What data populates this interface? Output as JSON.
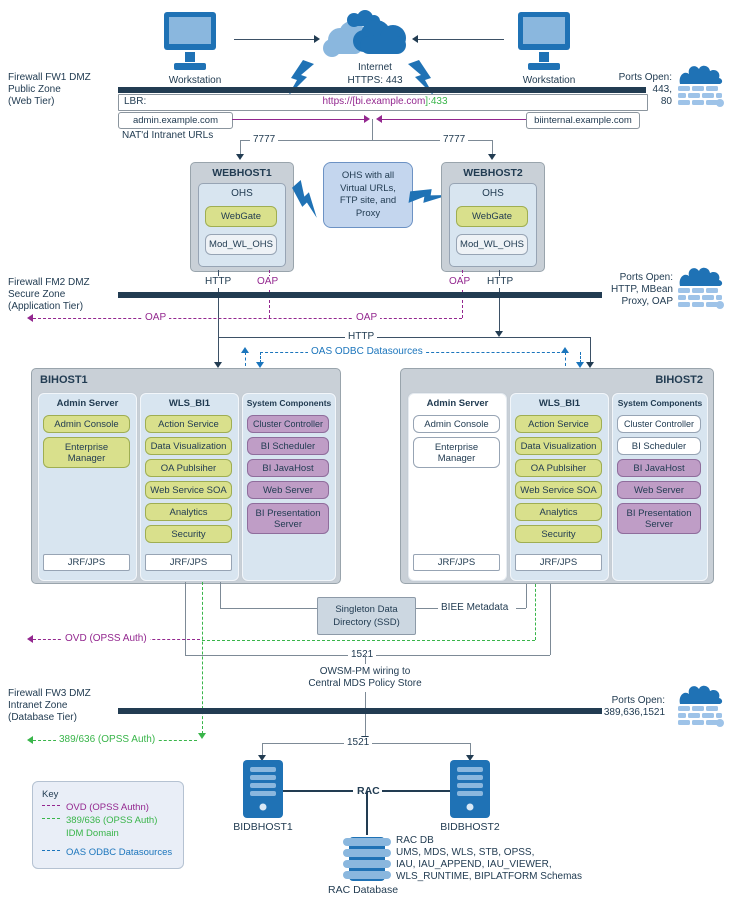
{
  "colors": {
    "navy": "#223c52",
    "purple": "#93278f",
    "green": "#39b54a",
    "blue": "#1b75bc",
    "icon_blue": "#1f72b5",
    "icon_light": "#8ab7de"
  },
  "firewalls": {
    "fw1": {
      "name": "Firewall FW1 DMZ",
      "zone": "Public Zone",
      "tier": "(Web Tier)",
      "ports_label": "Ports Open:",
      "ports": [
        "443,",
        "80"
      ]
    },
    "fw2": {
      "name": "Firewall FM2 DMZ",
      "zone": "Secure Zone",
      "tier": "(Application Tier)",
      "ports_label": "Ports Open:",
      "ports": [
        "HTTP, MBean",
        "Proxy, OAP"
      ]
    },
    "fw3": {
      "name": "Firewall FW3 DMZ",
      "zone": "Intranet Zone",
      "tier": "(Database Tier)",
      "ports_label": "Ports Open:",
      "ports": [
        "389,636,1521"
      ]
    }
  },
  "top": {
    "workstation": "Workstation",
    "internet": "Internet",
    "https": "HTTPS: 443",
    "lbr": "LBR:",
    "url_host": "https://[bi.example.com",
    "url_port": "]:433",
    "admin_url": "admin.example.com",
    "internal_url": "biinternal.example.com",
    "nat": "NAT'd Intranet URLs",
    "p7777": "7777"
  },
  "webtier": {
    "webhost1": "WEBHOST1",
    "webhost2": "WEBHOST2",
    "ohs": "OHS",
    "webgate": "WebGate",
    "mod": "Mod_WL_OHS",
    "center": [
      "OHS with all",
      "Virtual URLs,",
      "FTP site, and",
      "Proxy"
    ]
  },
  "labels": {
    "http": "HTTP",
    "oap": "OAP",
    "odbc": "OAS ODBC Datasources",
    "ovd": "OVD (OPSS Auth)",
    "opss389": "389/636 (OPSS Auth)",
    "p1521": "1521",
    "owsm1": "OWSM-PM wiring to",
    "owsm2": "Central MDS Policy Store",
    "biee": "BIEE Metadata",
    "ssd1": "Singleton Data",
    "ssd2": "Directory (SSD)"
  },
  "bihost1": {
    "title": "BIHOST1",
    "admin": {
      "title": "Admin Server",
      "items": [
        "Admin Console",
        "Enterprise Manager"
      ],
      "jrf": "JRF/JPS"
    },
    "wls": {
      "title": "WLS_BI1",
      "items": [
        "Action Service",
        "Data Visualization",
        "OA Publsiher",
        "Web Service SOA",
        "Analytics",
        "Security"
      ],
      "jrf": "JRF/JPS"
    },
    "sys": {
      "title": "System Components",
      "items": [
        "Cluster Controller",
        "BI Scheduler",
        "BI JavaHost",
        "Web Server",
        "BI Presentation Server"
      ]
    }
  },
  "bihost2": {
    "title": "BIHOST2",
    "admin": {
      "title": "Admin Server",
      "items": [
        "Admin Console",
        "Enterprise Manager"
      ],
      "jrf": "JRF/JPS"
    },
    "wls": {
      "title": "WLS_BI1",
      "items": [
        "Action Service",
        "Data Visualization",
        "OA Publsiher",
        "Web Service SOA",
        "Analytics",
        "Security"
      ],
      "jrf": "JRF/JPS"
    },
    "sys": {
      "title": "System Components",
      "items": [
        "Cluster Controller",
        "BI Scheduler",
        "BI JavaHost",
        "Web Server",
        "BI Presentation Server"
      ]
    }
  },
  "database": {
    "host1": "BIDBHOST1",
    "host2": "BIDBHOST2",
    "rac": "RAC",
    "db_label": "RAC Database",
    "schemas": [
      "RAC DB",
      "UMS, MDS, WLS, STB, OPSS,",
      "IAU, IAU_APPEND, IAU_VIEWER,",
      "WLS_RUNTIME, BIPLATFORM Schemas"
    ]
  },
  "key": {
    "title": "Key",
    "ovd": "OVD (OPSS Authn)",
    "opss": "389/636 (OPSS Auth)",
    "idm": "IDM Domain",
    "odbc": "OAS ODBC Datasources"
  }
}
